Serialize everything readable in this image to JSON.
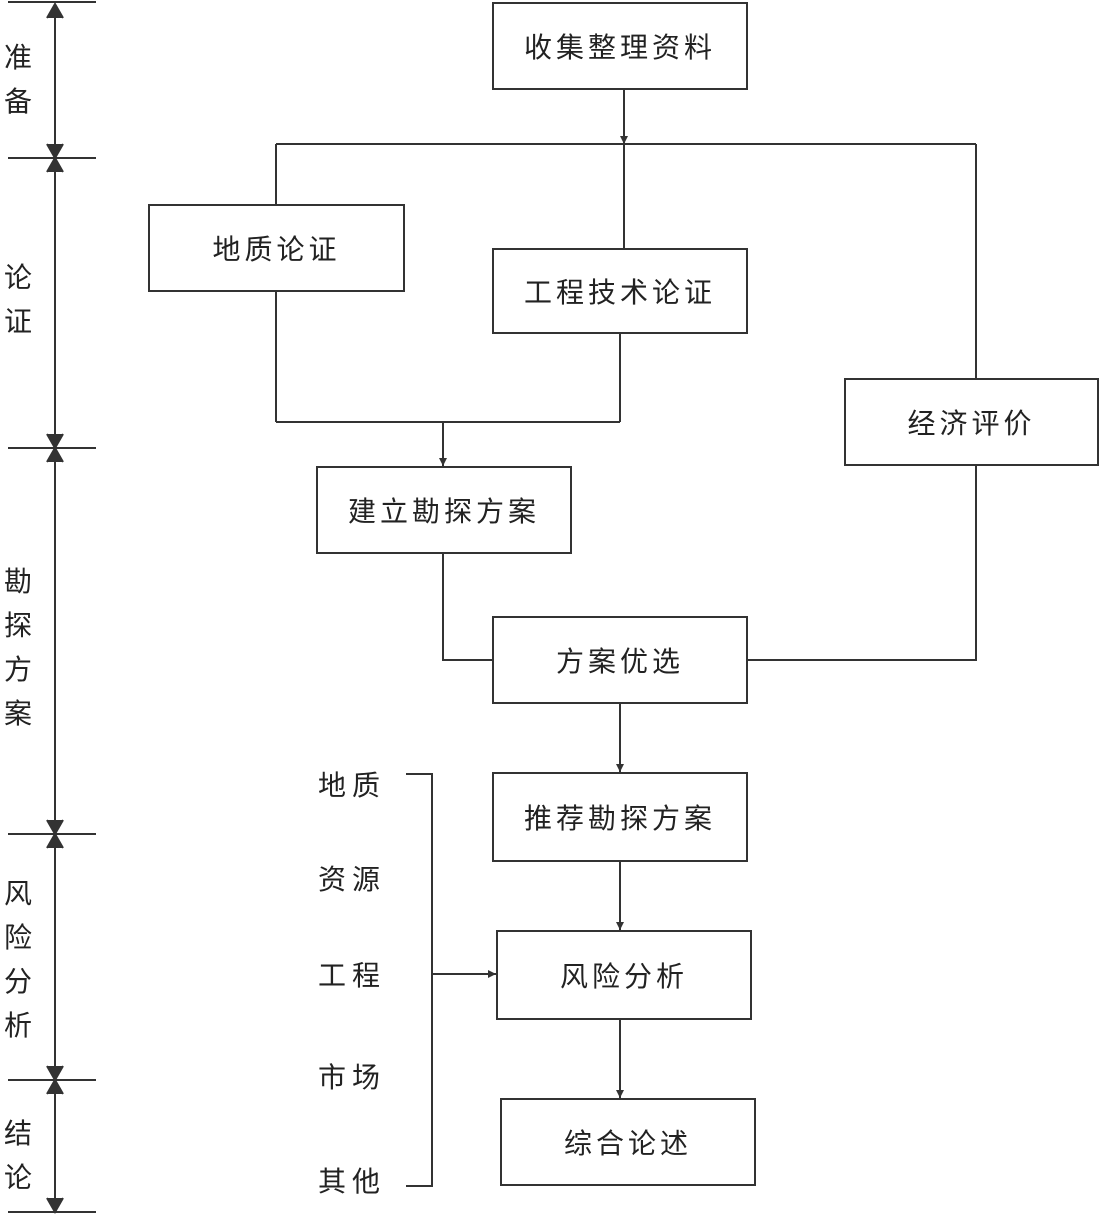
{
  "stages": [
    "准备",
    "论证",
    "勘探方案",
    "风险分析",
    "结论"
  ],
  "boxes": {
    "collect": "收集整理资料",
    "geo_proof": "地质论证",
    "eng_proof": "工程技术论证",
    "econ_eval": "经济评价",
    "build_plan": "建立勘探方案",
    "plan_select": "方案优选",
    "recommend": "推荐勘探方案",
    "risk": "风险分析",
    "summary": "综合论述"
  },
  "risk_factors": [
    "地质",
    "资源",
    "工程",
    "市场",
    "其他"
  ],
  "colors": {
    "line": "#333333",
    "text": "#222222",
    "background": "#ffffff"
  }
}
